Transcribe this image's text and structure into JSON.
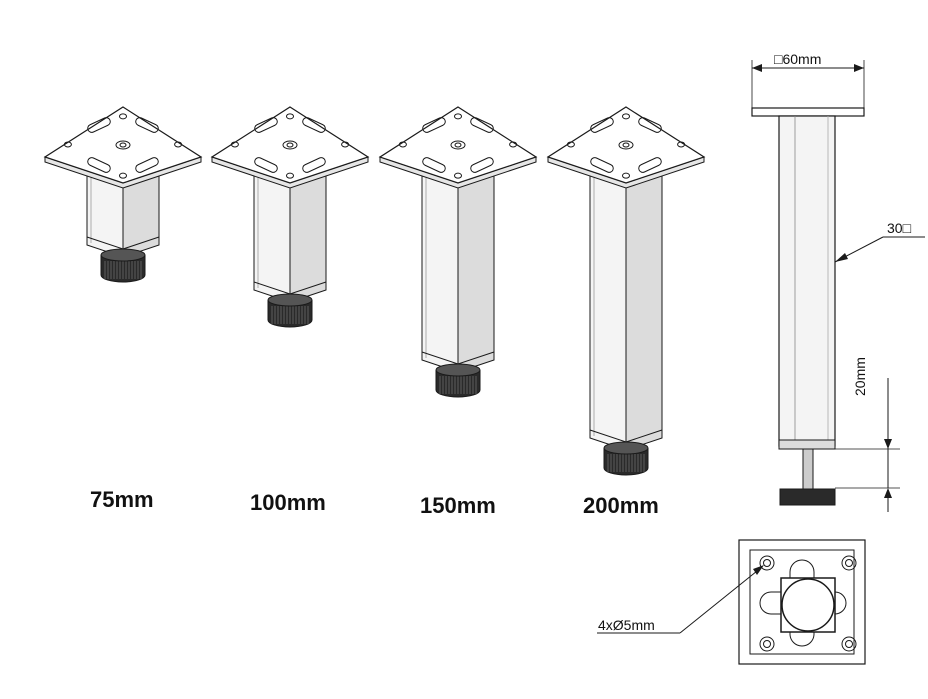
{
  "legs": [
    {
      "label": "75mm"
    },
    {
      "label": "100mm"
    },
    {
      "label": "150mm"
    },
    {
      "label": "200mm"
    }
  ],
  "dimensions": {
    "plate_width": "□60mm",
    "tube_size": "30□",
    "foot_height": "20mm",
    "holes": "4xØ5mm"
  },
  "colors": {
    "line": "#1a1a1a",
    "tube_light": "#f4f4f4",
    "tube_mid": "#dcdcdc",
    "tube_dark": "#b8b8b8",
    "foot": "#2a2a2a"
  }
}
